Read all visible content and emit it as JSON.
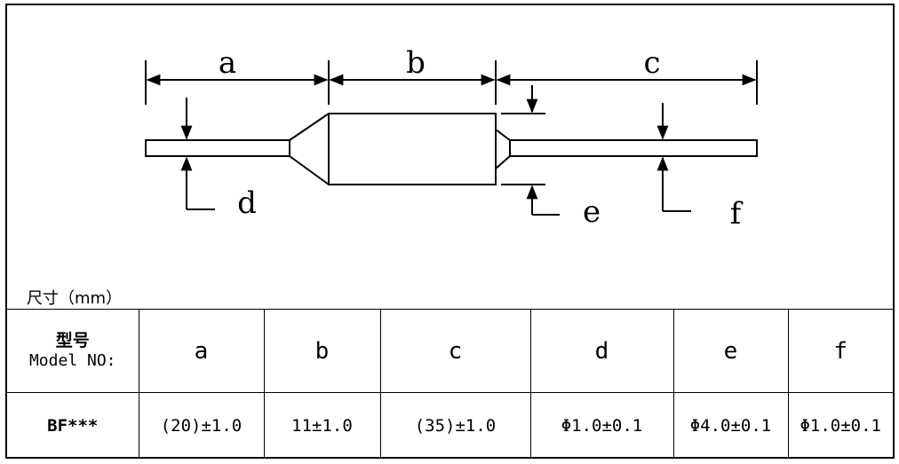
{
  "diagram": {
    "labels": {
      "a": "a",
      "b": "b",
      "c": "c",
      "d": "d",
      "e": "e",
      "f": "f"
    }
  },
  "caption": "尺寸（mm）",
  "table": {
    "header": {
      "model_zh": "型号",
      "model_en": "Model NO:",
      "columns": [
        "a",
        "b",
        "c",
        "d",
        "e",
        "f"
      ]
    },
    "rows": [
      {
        "model": "BF***",
        "values": [
          "(20)±1.0",
          "11±1.0",
          "(35)±1.0",
          "Φ1.0±0.1",
          "Φ4.0±0.1",
          "Φ1.0±0.1"
        ]
      }
    ]
  }
}
